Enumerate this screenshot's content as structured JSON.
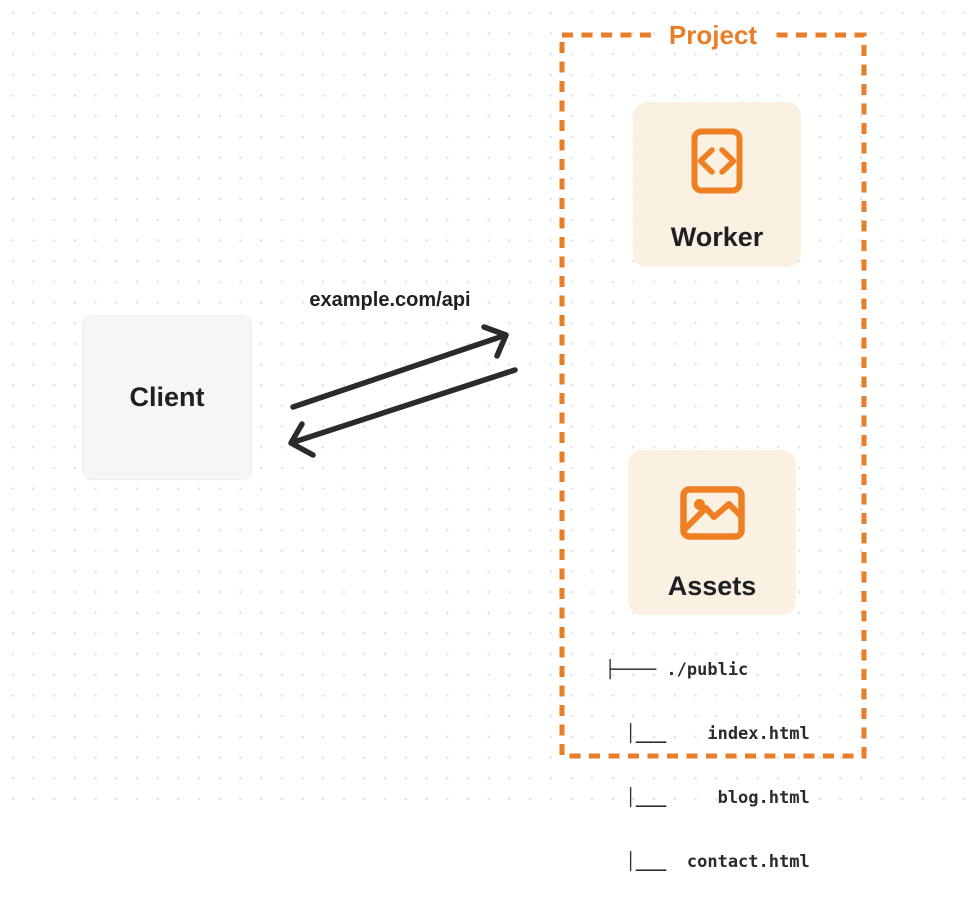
{
  "diagram": {
    "client": {
      "label": "Client"
    },
    "request_label": "example.com/api",
    "project": {
      "label": "Project",
      "worker": {
        "label": "Worker",
        "icon": "code-file-icon"
      },
      "assets": {
        "label": "Assets",
        "icon": "image-icon"
      },
      "file_tree": {
        "lines": [
          "├──── ./public",
          "  │___    index.html",
          "  │___     blog.html",
          "  │___  contact.html"
        ]
      }
    }
  },
  "colors": {
    "accent_orange": "#e87e28",
    "node_card_bg": "#fbf1e3",
    "client_card_bg": "#f6f6f7",
    "arrow": "#2b2b2b",
    "text_dark": "#1f2023",
    "dot_grid": "#e3e3e6",
    "background": "#ffffff"
  }
}
